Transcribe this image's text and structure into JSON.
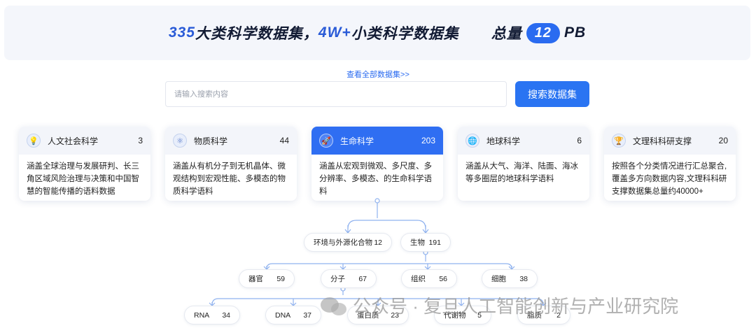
{
  "banner": {
    "count_num": "335",
    "count_text": "大类科学数据集，",
    "sub_num": "4W+",
    "sub_text": "小类科学数据集",
    "total_label": "总量",
    "total_value": "12",
    "total_unit": "PB"
  },
  "search": {
    "view_all": "查看全部数据集>>",
    "placeholder": "请输入搜索内容",
    "button": "搜索数据集"
  },
  "cards": [
    {
      "icon": "bulb-icon",
      "title": "人文社会科学",
      "count": "3",
      "desc": "涵盖全球治理与发展研判、长三角区域风险治理与决策和中国智慧的智能传播的语料数据",
      "active": false
    },
    {
      "icon": "atom-icon",
      "title": "物质科学",
      "count": "44",
      "desc": "涵盖从有机分子到无机晶体、微观结构到宏观性能、多模态的物质科学语料",
      "active": false
    },
    {
      "icon": "rocket-icon",
      "title": "生命科学",
      "count": "203",
      "desc": "涵盖从宏观到微观、多尺度、多分辨率、多模态、的生命科学语料",
      "active": true
    },
    {
      "icon": "globe-icon",
      "title": "地球科学",
      "count": "6",
      "desc": "涵盖从大气、海洋、陆面、海冰等多圈层的地球科学语料",
      "active": false
    },
    {
      "icon": "trophy-icon",
      "title": "文理科科研支撑",
      "count": "20",
      "desc": "按照各个分类情况进行汇总聚合,覆盖多方向数据内容,文理科科研支撑数据集总量约40000+",
      "active": false
    }
  ],
  "tree": {
    "level1": [
      {
        "label": "环境与外源化合物",
        "count": "12"
      },
      {
        "label": "生物",
        "count": "191"
      }
    ],
    "level2": [
      {
        "label": "器官",
        "count": "59"
      },
      {
        "label": "分子",
        "count": "67"
      },
      {
        "label": "组织",
        "count": "56"
      },
      {
        "label": "细胞",
        "count": "38"
      }
    ],
    "level3": [
      {
        "label": "RNA",
        "count": "34"
      },
      {
        "label": "DNA",
        "count": "37"
      },
      {
        "label": "蛋白质",
        "count": "23"
      },
      {
        "label": "代谢物",
        "count": "5"
      },
      {
        "label": "脂质",
        "count": "2"
      }
    ]
  },
  "watermark": {
    "text": "公众号 · 复旦人工智能创新与产业研究院",
    "icon": "wechat-icon"
  },
  "colors": {
    "accent": "#2a6bf0",
    "active_card": "#2f6ef2",
    "connector": "#8fb2ef"
  }
}
